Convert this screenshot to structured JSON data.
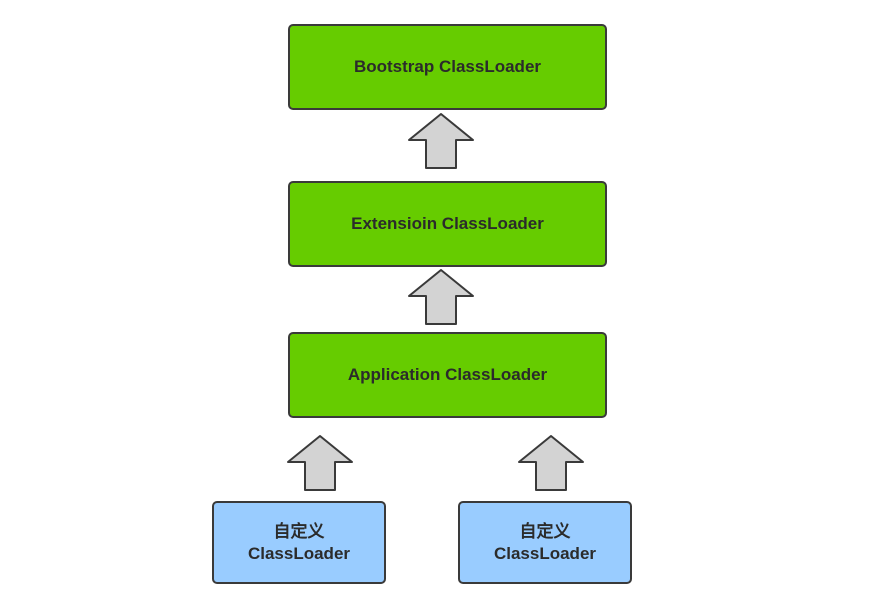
{
  "diagram": {
    "nodes": {
      "bootstrap": {
        "label": "Bootstrap ClassLoader",
        "color": "#66cc00"
      },
      "extension": {
        "label": "Extensioin ClassLoader",
        "color": "#66cc00"
      },
      "application": {
        "label": "Application ClassLoader",
        "color": "#66cc00"
      },
      "custom_left": {
        "line1": "自定义",
        "line2": "ClassLoader",
        "color": "#99ccff"
      },
      "custom_right": {
        "line1": "自定义",
        "line2": "ClassLoader",
        "color": "#99ccff"
      }
    },
    "edges": [
      {
        "from": "extension",
        "to": "bootstrap"
      },
      {
        "from": "application",
        "to": "extension"
      },
      {
        "from": "custom_left",
        "to": "application"
      },
      {
        "from": "custom_right",
        "to": "application"
      }
    ],
    "arrow_color": "#d3d3d3"
  }
}
